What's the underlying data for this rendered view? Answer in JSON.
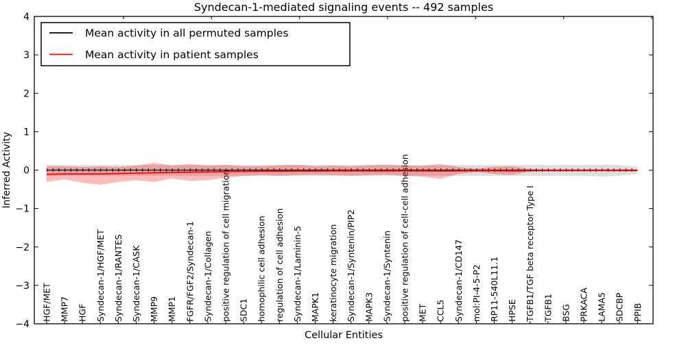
{
  "figure": {
    "background": "#ffffff"
  },
  "chart_data": {
    "type": "area",
    "title": "Syndecan-1-mediated signaling events -- 492 samples",
    "xlabel": "Cellular Entities",
    "ylabel": "Inferred Activity",
    "ylim": [
      -4,
      4
    ],
    "yticks": [
      -4,
      -3,
      -2,
      -1,
      0,
      1,
      2,
      3,
      4
    ],
    "grid": false,
    "legend": {
      "position": "upper left",
      "entries": [
        {
          "label": "Mean activity in all permuted samples",
          "color": "#000000"
        },
        {
          "label": "Mean activity in patient samples",
          "color": "#ff0000"
        }
      ]
    },
    "categories": [
      "HGF/MET",
      "MMP7",
      "HGF",
      "Syndecan-1/HGF/MET",
      "Syndecan-1/RANTES",
      "Syndecan-1/CASK",
      "MMP9",
      "MMP1",
      "FGFR/FGF2/Syndecan-1",
      "Syndecan-1/Collagen",
      "positive regulation of cell migration",
      "SDC1",
      "homophilic cell adhesion",
      "regulation of cell adhesion",
      "Syndecan-1/Laminin-5",
      "MAPK1",
      "keratinocyte migration",
      "Syndecan-1/Syntenin/PIP2",
      "MAPK3",
      "Syndecan-1/Syntenin",
      "positive regulation of cell-cell adhesion",
      "MET",
      "CCL5",
      "Syndecan-1/CD147",
      "mol:PI-4-5-P2",
      "RP11-540L11.1",
      "HPSE",
      "TGFB1/TGF beta receptor Type I",
      "TGFB1",
      "BSG",
      "PRKACA",
      "LAMA5",
      "SDCBP",
      "PPIB"
    ],
    "series": [
      {
        "name": "Mean activity in all permuted samples",
        "kind": "line",
        "color": "#000000",
        "values": [
          0,
          0,
          0,
          0,
          0,
          0,
          0,
          0,
          0,
          0,
          0,
          0,
          0,
          0,
          0,
          0,
          0,
          0,
          0,
          0,
          0,
          0,
          0,
          0,
          0,
          0,
          0,
          0,
          0,
          0,
          0,
          0,
          0,
          0
        ]
      },
      {
        "name": "Mean activity in patient samples",
        "kind": "line",
        "color": "#ff0000",
        "values": [
          -0.11,
          -0.1,
          -0.1,
          -0.1,
          -0.09,
          -0.08,
          -0.07,
          -0.06,
          -0.055,
          -0.05,
          -0.04,
          -0.035,
          -0.03,
          -0.03,
          -0.025,
          -0.025,
          -0.02,
          -0.02,
          -0.02,
          -0.02,
          -0.02,
          -0.02,
          -0.025,
          -0.02,
          -0.015,
          -0.015,
          -0.02,
          -0.015,
          -0.01,
          -0.01,
          -0.01,
          -0.01,
          -0.01,
          -0.01
        ]
      },
      {
        "name": "Permuted samples band",
        "kind": "band",
        "color": "rgba(0,0,0,0.13)",
        "upper": [
          0.13,
          0.13,
          0.13,
          0.13,
          0.13,
          0.13,
          0.13,
          0.13,
          0.13,
          0.13,
          0.13,
          0.13,
          0.13,
          0.13,
          0.13,
          0.13,
          0.13,
          0.13,
          0.13,
          0.13,
          0.13,
          0.13,
          0.12,
          0.13,
          0.13,
          0.13,
          0.13,
          0.13,
          0.13,
          0.13,
          0.13,
          0.14,
          0.13,
          0.08
        ],
        "lower": [
          -0.15,
          -0.15,
          -0.15,
          -0.15,
          -0.15,
          -0.15,
          -0.15,
          -0.15,
          -0.15,
          -0.15,
          -0.15,
          -0.15,
          -0.15,
          -0.15,
          -0.15,
          -0.15,
          -0.15,
          -0.15,
          -0.15,
          -0.15,
          -0.15,
          -0.15,
          -0.15,
          -0.15,
          -0.15,
          -0.15,
          -0.15,
          -0.15,
          -0.15,
          -0.15,
          -0.15,
          -0.17,
          -0.15,
          -0.09
        ]
      },
      {
        "name": "Patient samples band",
        "kind": "band",
        "color": "rgba(255,0,0,0.27)",
        "upper": [
          0.1,
          0.1,
          0.08,
          0.1,
          0.08,
          0.12,
          0.19,
          0.12,
          0.16,
          0.12,
          0.14,
          0.1,
          0.1,
          0.13,
          0.14,
          0.1,
          0.12,
          0.1,
          0.13,
          0.14,
          0.12,
          0.11,
          0.16,
          0.08,
          0.04,
          0.09,
          0.1,
          0.03,
          0.02,
          0.02,
          0.02,
          0.02,
          0.02,
          0.02
        ],
        "lower": [
          -0.31,
          -0.24,
          -0.33,
          -0.38,
          -0.31,
          -0.26,
          -0.31,
          -0.22,
          -0.28,
          -0.26,
          -0.2,
          -0.15,
          -0.13,
          -0.15,
          -0.13,
          -0.12,
          -0.13,
          -0.15,
          -0.13,
          -0.12,
          -0.15,
          -0.17,
          -0.23,
          -0.1,
          -0.05,
          -0.1,
          -0.13,
          -0.03,
          -0.02,
          -0.02,
          -0.02,
          -0.02,
          -0.02,
          -0.02
        ]
      }
    ]
  }
}
